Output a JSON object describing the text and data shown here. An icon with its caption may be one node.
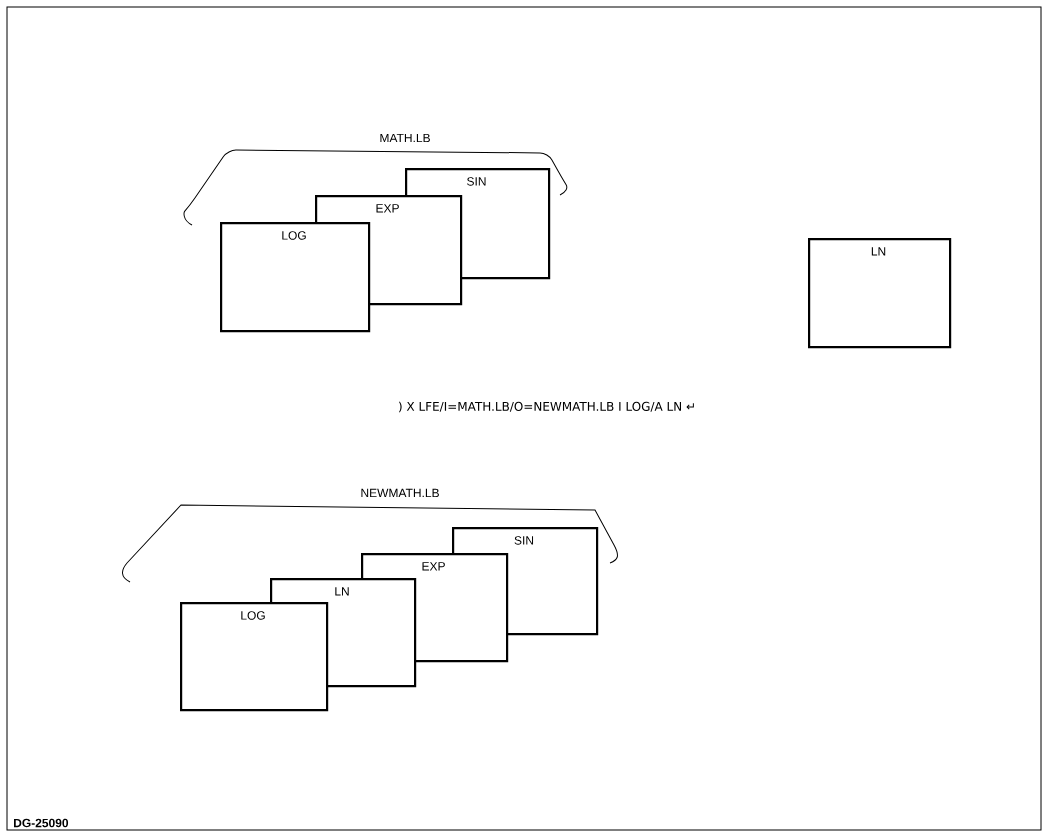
{
  "diagram": {
    "nodes": [
      {
        "text": [
          "LOG"
        ]
      },
      {
        "text": [
          "EXP"
        ]
      },
      {
        "text": [
          "SIN"
        ]
      },
      {
        "text": [
          "LN"
        ]
      },
      {
        "text": [
          "LOG"
        ]
      },
      {
        "text": [
          "LN"
        ]
      },
      {
        "text": [
          "EXP"
        ]
      },
      {
        "text": [
          "SIN"
        ]
      }
    ],
    "labels": [
      "MATH.LB",
      ") X LFE/I=MATH.LB/O=NEWMATH.LB I LOG/A LN ↵",
      "NEWMATH.LB",
      "DG-25090"
    ]
  }
}
